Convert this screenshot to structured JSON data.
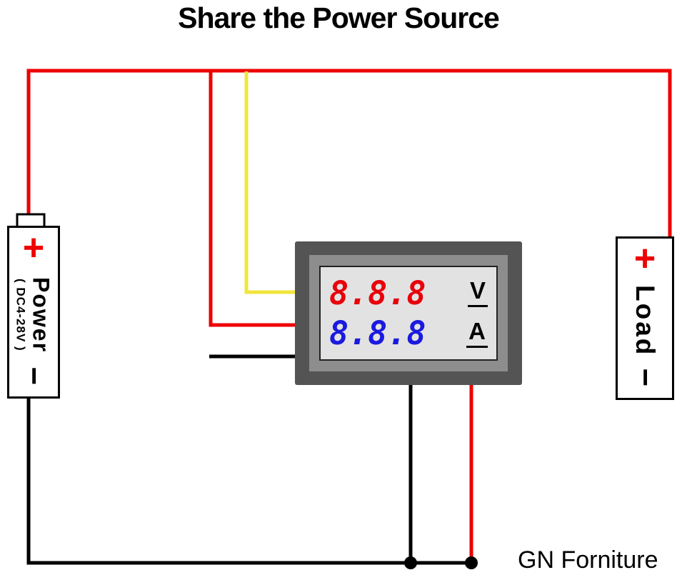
{
  "title": "Share the Power Source",
  "watermark": "GN Forniture",
  "power_box": {
    "plus": "+",
    "label": "Power",
    "sublabel": "( DC4-28V )",
    "minus": "−"
  },
  "load_box": {
    "plus": "+",
    "label": "Load",
    "minus": "−"
  },
  "meter": {
    "volt_value": "8.8.8",
    "volt_unit": "V",
    "amp_value": "8.8.8",
    "amp_unit": "A"
  },
  "colors": {
    "wire_red": "#ee0000",
    "wire_yellow": "#f2e43c",
    "wire_black": "#000000",
    "junction_dot": "#000000",
    "plus_red": "#ee0000",
    "minus_black": "#000000",
    "volt_digits": "#e8000a",
    "amp_digits": "#1a1adf"
  }
}
